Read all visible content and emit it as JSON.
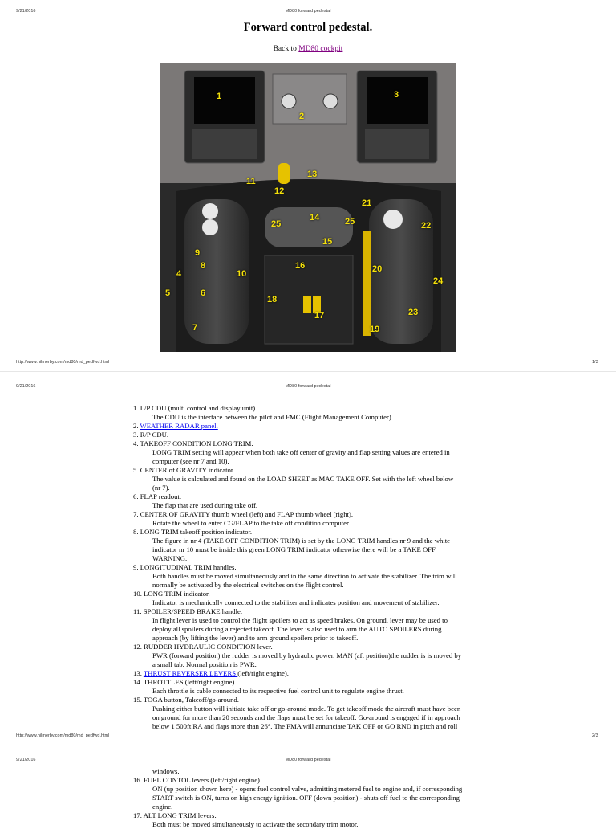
{
  "pages": [
    {
      "date": "9/21/2016",
      "header_title": "MD80 forward pedestal",
      "footer_url": "http://www.hilmerby.com/md80/md_pedfwd.html",
      "page_num": "1/3"
    },
    {
      "date": "9/21/2016",
      "header_title": "MD80 forward pedestal",
      "footer_url": "http://www.hilmerby.com/md80/md_pedfwd.html",
      "page_num": "2/3"
    },
    {
      "date": "9/21/2016",
      "header_title": "MD80 forward pedestal"
    }
  ],
  "doc": {
    "title": "Forward control pedestal.",
    "back_prefix": "Back to ",
    "back_link": "MD80 cockpit"
  },
  "photo": {
    "callouts": [
      "1",
      "2",
      "3",
      "4",
      "5",
      "6",
      "7",
      "8",
      "9",
      "10",
      "11",
      "12",
      "13",
      "14",
      "15",
      "16",
      "17",
      "18",
      "19",
      "20",
      "21",
      "22",
      "23",
      "24",
      "25",
      "25"
    ]
  },
  "items_page2": [
    {
      "num": "1.",
      "title": "L/P CDU (multi control and display unit).",
      "desc": [
        "The CDU is the interface between the pilot and FMC (Flight Management Computer)."
      ]
    },
    {
      "num": "2.",
      "link": "WEATHER RADAR panel.",
      "desc": []
    },
    {
      "num": "3.",
      "title": "R/P CDU.",
      "desc": []
    },
    {
      "num": "4.",
      "title": "TAKEOFF CONDITION LONG TRIM.",
      "desc": [
        "LONG TRIM setting will appear when both take off center of gravity and flap setting values are entered in",
        "computer (see nr 7 and 10)."
      ]
    },
    {
      "num": "5.",
      "title": "CENTER of GRAVITY indicator.",
      "desc": [
        "The value is calculated and found on the LOAD SHEET as MAC TAKE OFF. Set with the left wheel below",
        "(nr 7)."
      ]
    },
    {
      "num": "6.",
      "title": "FLAP readout.",
      "desc": [
        "The flap that are used during take off."
      ]
    },
    {
      "num": "7.",
      "title": "CENTER OF GRAVITY thumb wheel (left) and FLAP thumb wheel (right).",
      "desc": [
        "Rotate the wheel to enter CG/FLAP to the take off condition computer."
      ]
    },
    {
      "num": "8.",
      "title": "LONG TRIM takeoff position indicator.",
      "desc": [
        "The figure in nr 4 (TAKE OFF CONDITION TRIM) is set by the LONG TRIM handles nr 9 and the white",
        "indicator nr 10 must be inside this green LONG TRIM indicator otherwise there will be a TAKE OFF",
        "WARNING."
      ]
    },
    {
      "num": "9.",
      "title": "LONGITUDINAL TRIM handles.",
      "desc": [
        "Both handles must be moved simultaneously and in the same direction to activate the stabilizer. The trim will",
        "normally be activated by the electrical switches on the flight control."
      ]
    },
    {
      "num": "10.",
      "title": "LONG TRIM indicator.",
      "desc": [
        "Indicator is mechanically connected to the stabilizer and indicates position and movement of stabilizer."
      ]
    },
    {
      "num": "11.",
      "title": "SPOILER/SPEED BRAKE handle.",
      "desc": [
        "In flight lever is used to control the flight spoilers to act as speed brakes. On ground, lever may be used to",
        "deploy all spoilers during a rejected takeoff. The lever is also used to arm the AUTO SPOILERS during",
        "approach (by lifting the lever) and to arm ground spoilers prior to takeoff."
      ]
    },
    {
      "num": "12.",
      "title": "RUDDER HYDRAULIC CONDITION lever.",
      "desc": [
        "PWR (forward position) the rudder is moved by hydraulic power. MAN (aft position)the rudder is is moved by",
        "a small tab. Normal position is PWR."
      ]
    },
    {
      "num": "13.",
      "link": "THRUST REVERSER LEVERS ",
      "after": "(left/right engine).",
      "desc": []
    },
    {
      "num": "14.",
      "title": "THROTTLES (left/right engine).",
      "desc": [
        "Each throttle is cable connected to its respective fuel control unit to regulate engine thrust."
      ]
    },
    {
      "num": "15.",
      "title": "TOGA button, Takeoff/go-around.",
      "desc": [
        "Pushing either button will initiate take off or go-around mode. To get takeoff mode the aircraft must have been",
        "on ground for more than 20 seconds and the flaps must be set for takeoff. Go-around is engaged if in approach",
        "below 1 500ft RA and flaps more than 26°. The FMA will annunciate TAK OFF or GO RND in pitch and roll"
      ]
    }
  ],
  "items_page3": [
    {
      "cont": "windows."
    },
    {
      "num": "16.",
      "title": "FUEL CONTOL levers (left/right engine).",
      "desc": [
        "ON (up position shown here) - opens fuel control valve, admitting metered fuel to engine and, if corresponding",
        "START switch is ON, turns on high energy ignition. OFF (down position) - shuts off fuel to the corresponding",
        "engine."
      ]
    },
    {
      "num": "17.",
      "title": "ALT LONG TRIM levers.",
      "desc": [
        "Both must be moved simultaneously to activate the secondary trim motor."
      ]
    }
  ]
}
